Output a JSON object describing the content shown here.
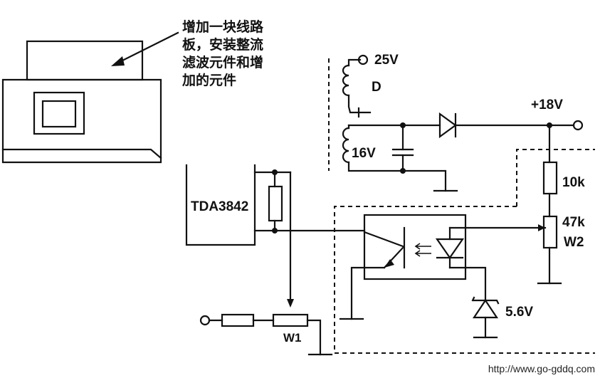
{
  "annotation": {
    "lines": [
      "增加一块线路",
      "板，安装整流",
      "滤波元件和增",
      "加的元件"
    ]
  },
  "labels": {
    "v25": "25V",
    "transformer": "D",
    "v16": "16V",
    "v18": "+18V",
    "r10k": "10k",
    "r47k": "47k",
    "w2": "W2",
    "chip": "TDA3842",
    "zener": "5.6V",
    "w1": "W1"
  },
  "watermark": "http://www.go-gddq.com"
}
